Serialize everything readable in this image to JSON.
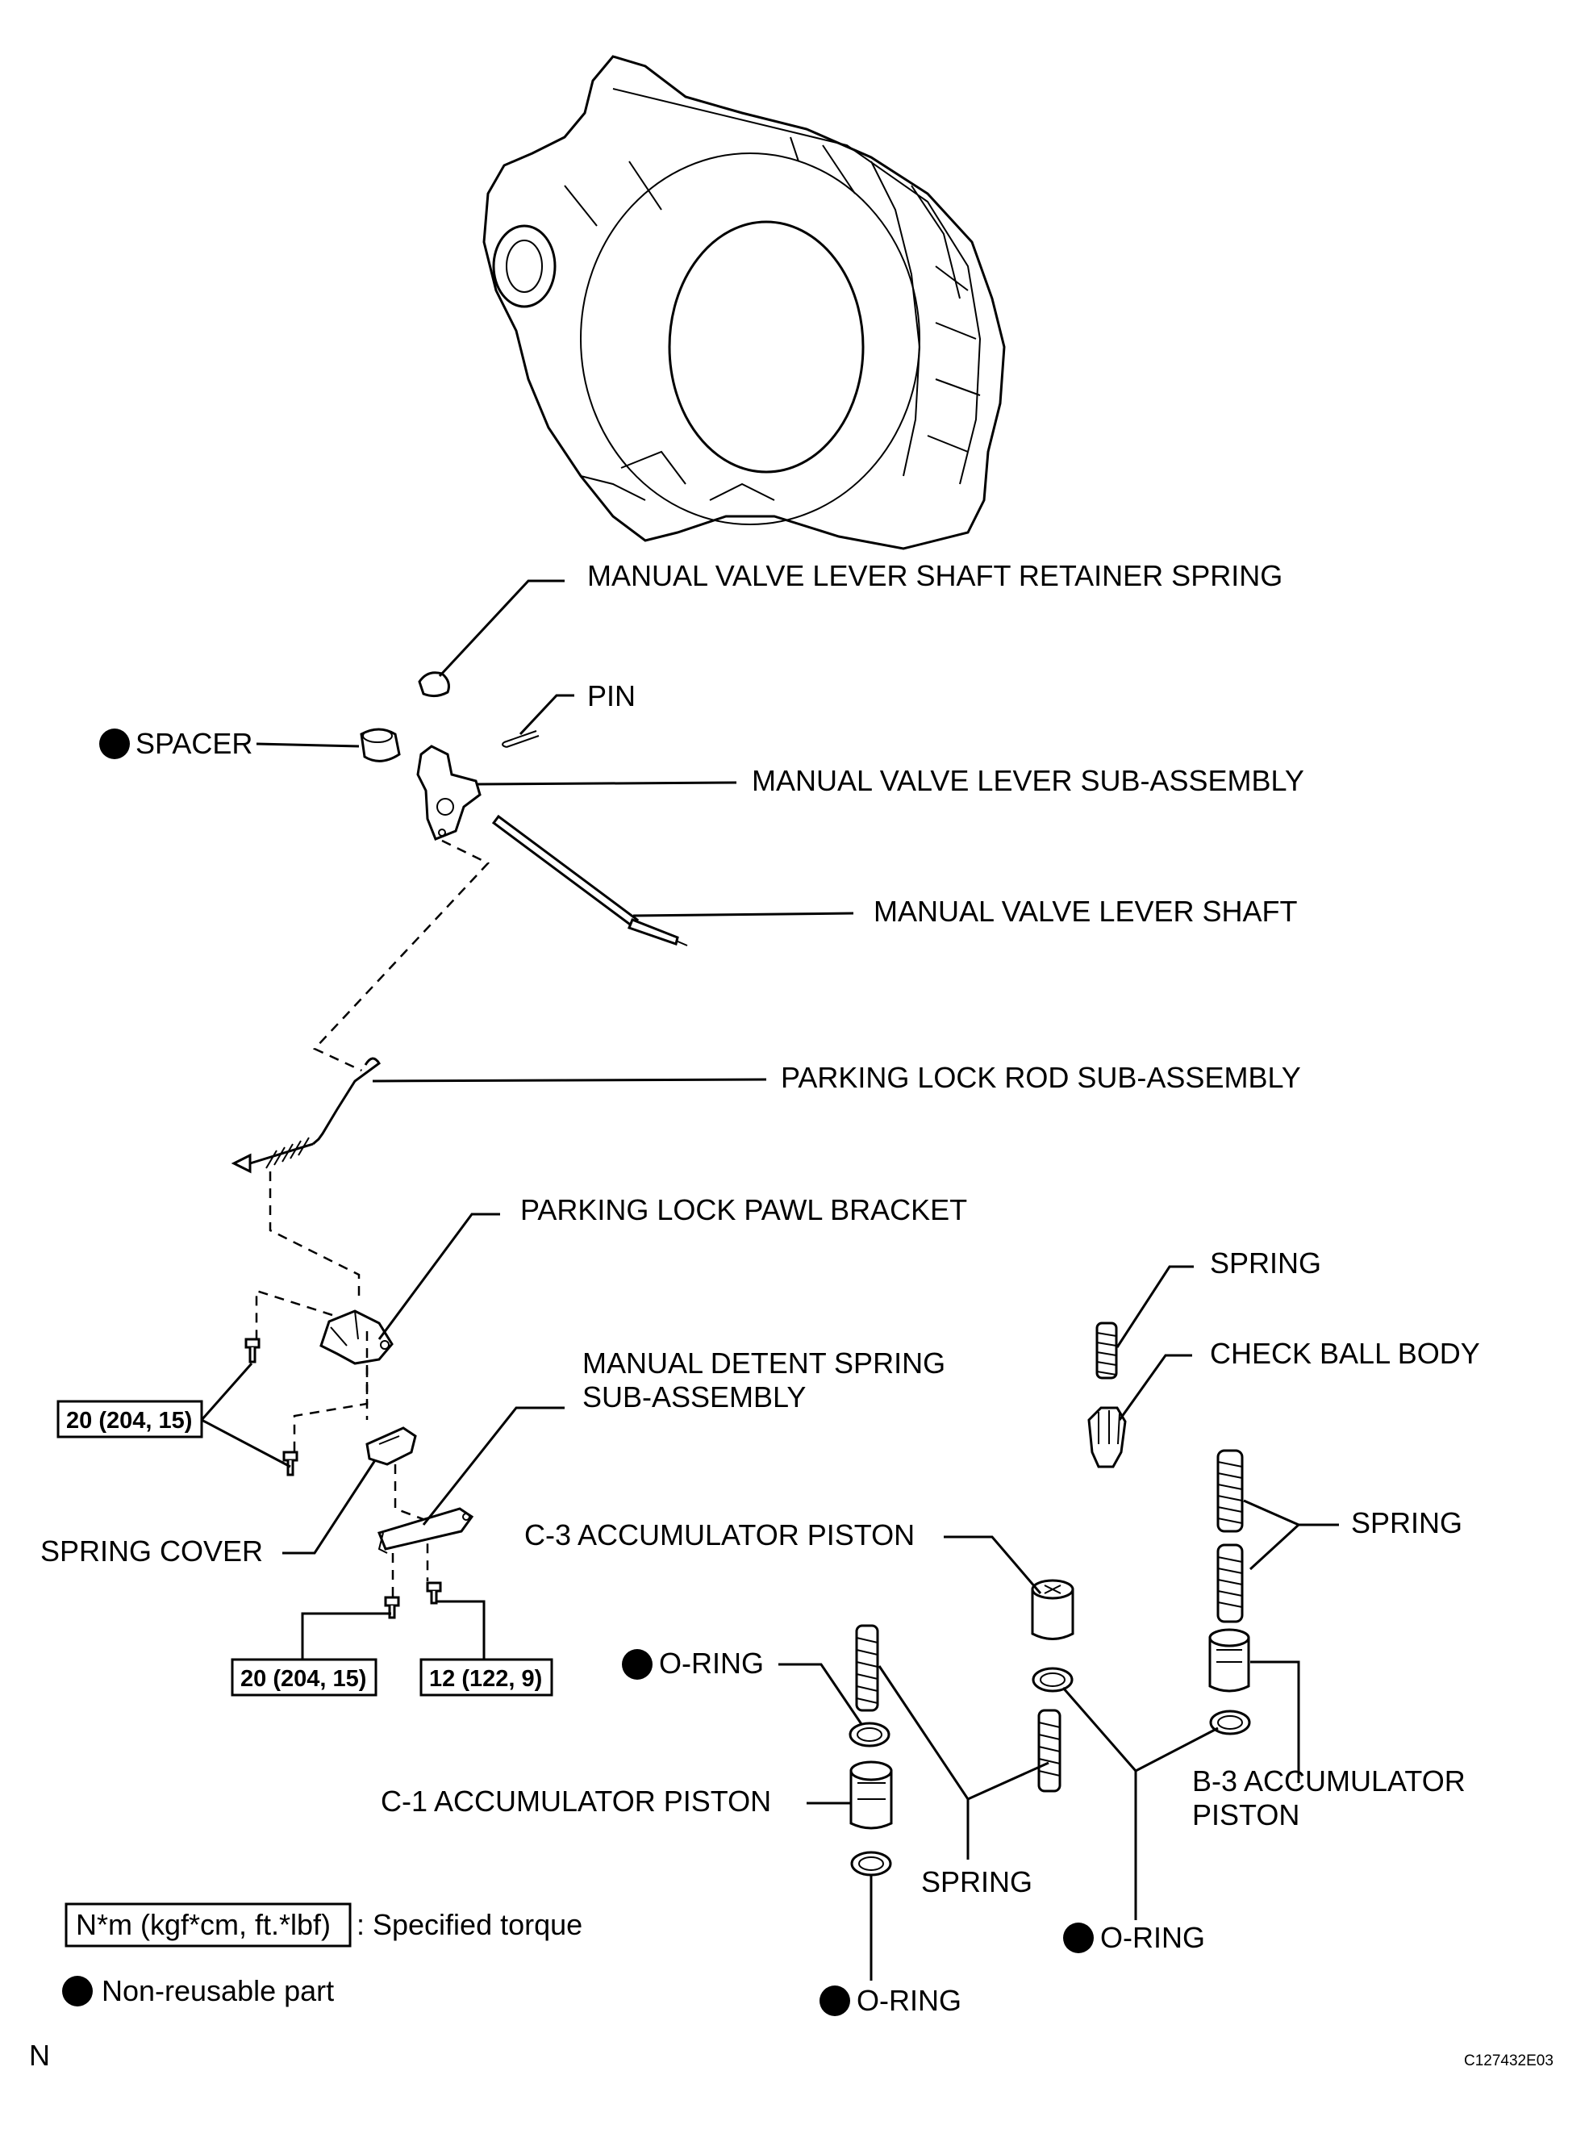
{
  "labels": {
    "retainer_spring": "MANUAL VALVE LEVER SHAFT RETAINER SPRING",
    "pin": "PIN",
    "spacer": "SPACER",
    "lever_sub_assembly": "MANUAL VALVE LEVER SUB-ASSEMBLY",
    "lever_shaft": "MANUAL VALVE LEVER SHAFT",
    "parking_lock_rod": "PARKING LOCK ROD SUB-ASSEMBLY",
    "parking_lock_pawl_bracket": "PARKING LOCK PAWL BRACKET",
    "detent_spring_line1": "MANUAL DETENT SPRING",
    "detent_spring_line2": "SUB-ASSEMBLY",
    "spring_cover": "SPRING COVER",
    "spring_top": "SPRING",
    "check_ball_body": "CHECK BALL BODY",
    "spring_right": "SPRING",
    "c3_piston": "C-3 ACCUMULATOR PISTON",
    "o_ring_a": "O-RING",
    "c1_piston": "C-1 ACCUMULATOR PISTON",
    "b3_piston_line1": "B-3 ACCUMULATOR",
    "b3_piston_line2": "PISTON",
    "spring_bottom": "SPRING",
    "o_ring_b": "O-RING",
    "o_ring_c": "O-RING"
  },
  "torque": {
    "bracket_bolts": "20 (204, 15)",
    "cover_bolt": "20 (204, 15)",
    "detent_bolt": "12 (122, 9)"
  },
  "legend": {
    "torque_box": "N*m (kgf*cm, ft.*lbf)",
    "torque_text": ": Specified torque",
    "nonreusable_text": "Non-reusable part"
  },
  "footer": {
    "left": "N",
    "right": "C127432E03"
  }
}
